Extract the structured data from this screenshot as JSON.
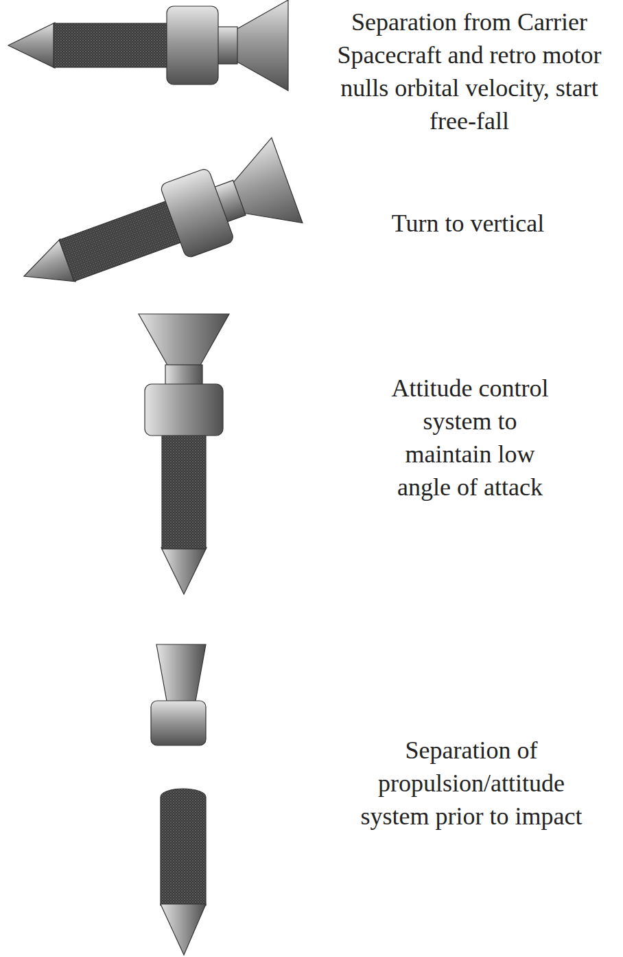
{
  "diagram": {
    "labels": [
      "Separation from Carrier Spacecraft and retro motor nulls orbital velocity, start free-fall",
      "Turn to vertical",
      "Attitude control system to maintain low angle of attack",
      "Separation of propulsion/attitude system prior to impact"
    ]
  }
}
